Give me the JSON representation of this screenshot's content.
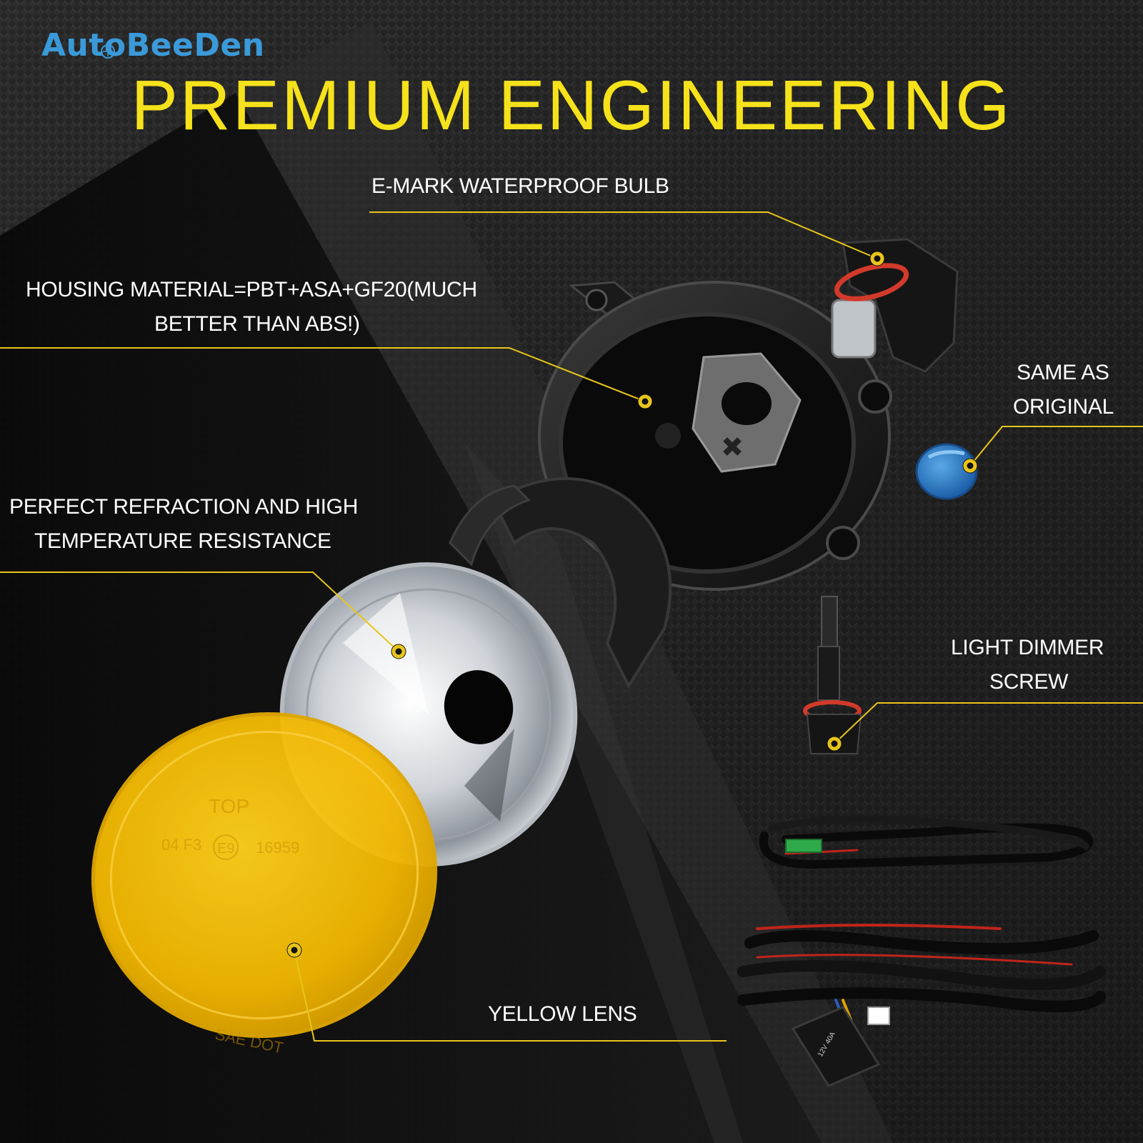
{
  "brand": {
    "logo": "AutoBeeDen"
  },
  "headline": "PREMIUM ENGINEERING",
  "callouts": {
    "bulb": "E-MARK WATERPROOF BULB",
    "housing_line1": "HOUSING MATERIAL=PBT+ASA+GF20(MUCH",
    "housing_line2": "BETTER THAN ABS!)",
    "cap_line1": "SAME AS",
    "cap_line2": "ORIGINAL",
    "reflector_line1": "PERFECT REFRACTION AND HIGH",
    "reflector_line2": "TEMPERATURE RESISTANCE",
    "screw_line1": "LIGHT DIMMER",
    "screw_line2": "SCREW",
    "lens": "YELLOW LENS"
  },
  "lens_markings": {
    "top": "TOP",
    "code": "04 F3",
    "emark": "E9",
    "number": "16959",
    "dot": "SAE DOT"
  },
  "relay_label": "12V 40A",
  "colors": {
    "accent_yellow": "#f5e21b",
    "callout_line": "#e8c51a",
    "logo_blue": "#3a9ad9",
    "background": "#1a1a1a"
  },
  "icons": {
    "logo_wheel": "wheel-icon",
    "callout_dot": "target-dot-icon"
  }
}
